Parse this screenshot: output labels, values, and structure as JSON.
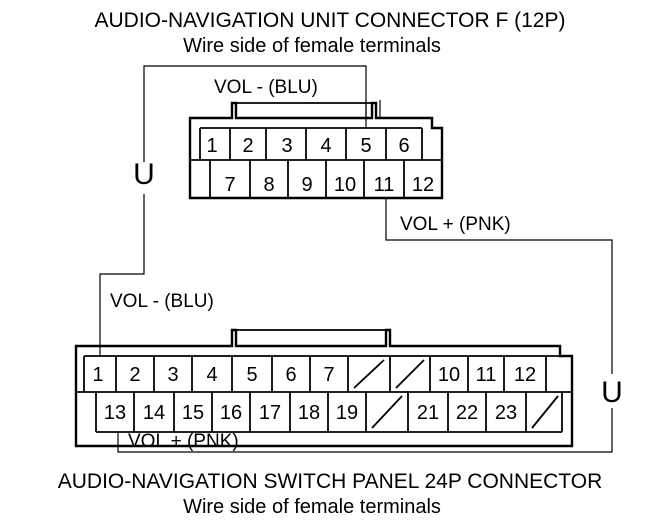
{
  "connector_f": {
    "title": "AUDIO-NAVIGATION UNIT CONNECTOR F (12P)",
    "subtitle": "Wire side of female terminals",
    "top_row": [
      "1",
      "2",
      "3",
      "4",
      "5",
      "6"
    ],
    "bottom_row": [
      "7",
      "8",
      "9",
      "10",
      "11",
      "12"
    ]
  },
  "switch_panel": {
    "title": "AUDIO-NAVIGATION SWITCH PANEL 24P CONNECTOR",
    "subtitle": "Wire side of female terminals",
    "top_row": [
      "1",
      "2",
      "3",
      "4",
      "5",
      "6",
      "7",
      "/",
      "/",
      "10",
      "11",
      "12"
    ],
    "bottom_row": [
      "13",
      "14",
      "15",
      "16",
      "17",
      "18",
      "19",
      "/",
      "21",
      "22",
      "23",
      "/"
    ]
  },
  "wires": {
    "vol_minus_upper": "VOL -  (BLU)",
    "vol_plus_upper": "VOL +  (PNK)",
    "vol_minus_lower": "VOL -  (BLU)",
    "vol_plus_lower": "VOL + (PNK)"
  },
  "symbols": {
    "left_u": "U",
    "right_u": "U"
  }
}
